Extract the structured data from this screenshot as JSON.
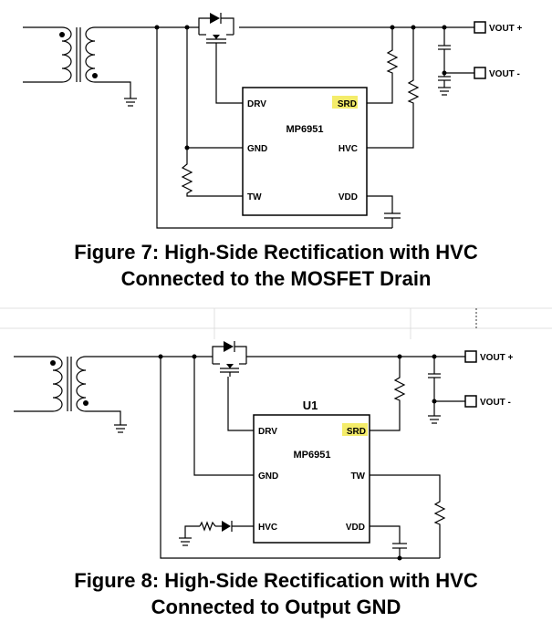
{
  "figure7": {
    "chip_name": "MP6951",
    "pins": {
      "drv": "DRV",
      "srd": "SRD",
      "gnd": "GND",
      "hvc": "HVC",
      "tw": "TW",
      "vdd": "VDD"
    },
    "terminals": {
      "vout_pos": "VOUT +",
      "vout_neg": "VOUT -"
    },
    "caption_line1": "Figure 7: High-Side Rectification with HVC",
    "caption_line2": "Connected to the MOSFET Drain"
  },
  "figure8": {
    "ref_designator": "U1",
    "chip_name": "MP6951",
    "pins": {
      "drv": "DRV",
      "srd": "SRD",
      "gnd": "GND",
      "tw": "TW",
      "hvc": "HVC",
      "vdd": "VDD"
    },
    "terminals": {
      "vout_pos": "VOUT +",
      "vout_neg": "VOUT -"
    },
    "caption_line1": "Figure 8: High-Side Rectification with HVC",
    "caption_line2": "Connected to Output GND"
  },
  "colors": {
    "highlight": "#f4ec6a",
    "line": "#000000",
    "background": "#ffffff"
  }
}
